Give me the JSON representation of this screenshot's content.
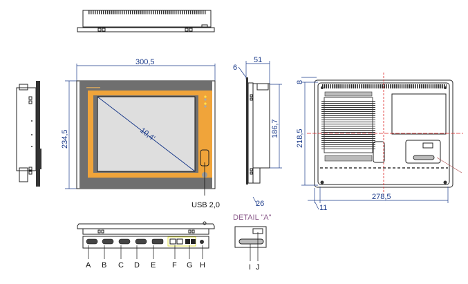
{
  "dimensions": {
    "front_width": "300,5",
    "front_height": "234,5",
    "screen_diagonal": "10,4'",
    "usb_label": "USB 2,0",
    "side_depth": "51",
    "side_bezel": "6",
    "side_height": "186,7",
    "side_bottom": "26",
    "rear_top_offset": "8",
    "rear_height": "218,5",
    "rear_width": "278,5",
    "rear_left_offset": "11"
  },
  "detail_title": "DETAIL \"A\"",
  "port_labels": [
    "A",
    "B",
    "C",
    "D",
    "E",
    "F",
    "G",
    "H"
  ],
  "detail_labels": [
    "I",
    "J"
  ],
  "colors": {
    "frame": "#f0a43a",
    "bezel": "#6f6f6f",
    "screen": "#dedede",
    "dimension": "#1a3a8a",
    "centerline": "#d22"
  }
}
